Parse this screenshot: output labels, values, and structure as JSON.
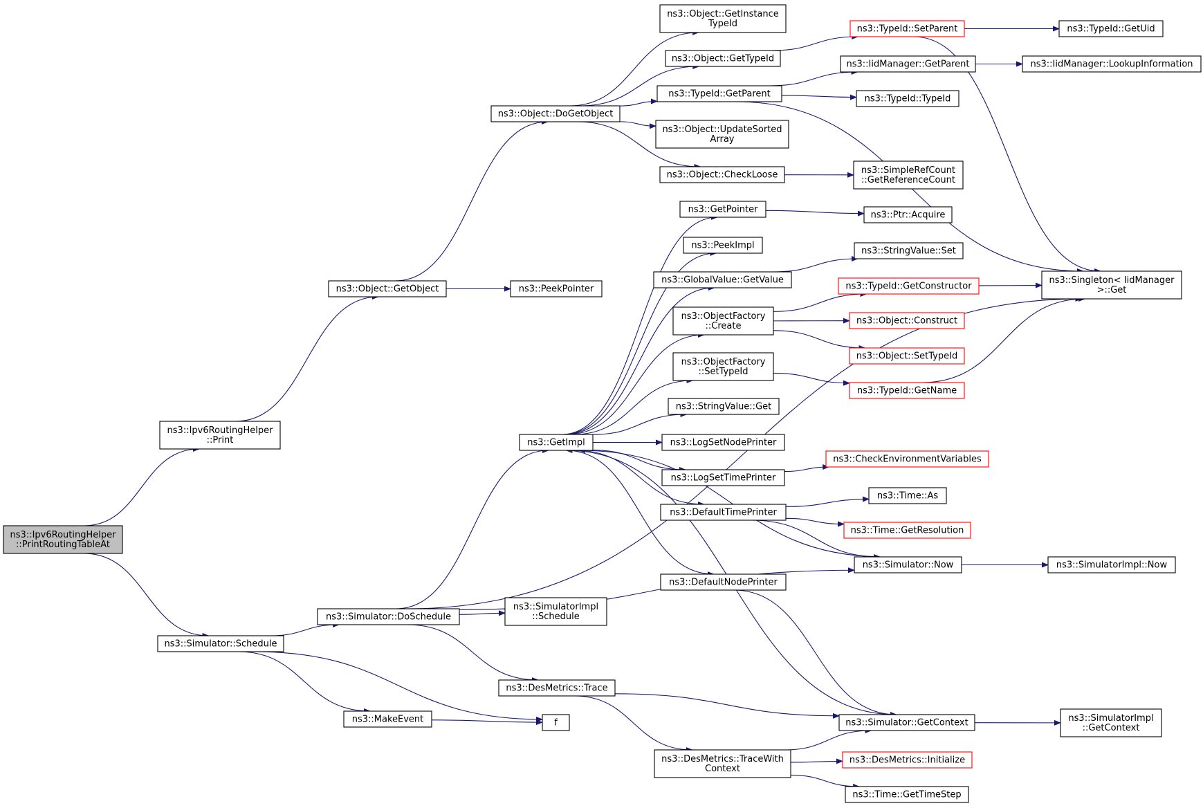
{
  "diagram": {
    "nodes": [
      {
        "id": "root",
        "lines": [
          "ns3::Ipv6RoutingHelper",
          "::PrintRoutingTableAt"
        ],
        "kind": "root"
      },
      {
        "id": "print",
        "lines": [
          "ns3::Ipv6RoutingHelper",
          "::Print"
        ],
        "kind": "normal"
      },
      {
        "id": "schedule",
        "lines": [
          "ns3::Simulator::Schedule"
        ],
        "kind": "normal"
      },
      {
        "id": "getobject",
        "lines": [
          "ns3::Object::GetObject"
        ],
        "kind": "normal"
      },
      {
        "id": "peekpointer",
        "lines": [
          "ns3::PeekPointer"
        ],
        "kind": "normal"
      },
      {
        "id": "dogetobject",
        "lines": [
          "ns3::Object::DoGetObject"
        ],
        "kind": "normal"
      },
      {
        "id": "getinstancetypeid",
        "lines": [
          "ns3::Object::GetInstance",
          "TypeId"
        ],
        "kind": "normal"
      },
      {
        "id": "obj_gettypeid",
        "lines": [
          "ns3::Object::GetTypeId"
        ],
        "kind": "normal"
      },
      {
        "id": "typeid_getparent",
        "lines": [
          "ns3::TypeId::GetParent"
        ],
        "kind": "normal"
      },
      {
        "id": "updatesorted",
        "lines": [
          "ns3::Object::UpdateSorted",
          "Array"
        ],
        "kind": "normal"
      },
      {
        "id": "checkloose",
        "lines": [
          "ns3::Object::CheckLoose"
        ],
        "kind": "normal"
      },
      {
        "id": "setparent",
        "lines": [
          "ns3::TypeId::SetParent"
        ],
        "kind": "red"
      },
      {
        "id": "getuid",
        "lines": [
          "ns3::TypeId::GetUid"
        ],
        "kind": "normal"
      },
      {
        "id": "iid_getparent",
        "lines": [
          "ns3::IidManager::GetParent"
        ],
        "kind": "normal"
      },
      {
        "id": "lookupinfo",
        "lines": [
          "ns3::IidManager::LookupInformation"
        ],
        "kind": "normal"
      },
      {
        "id": "typeid_typeid",
        "lines": [
          "ns3::TypeId::TypeId"
        ],
        "kind": "normal"
      },
      {
        "id": "getrefcount",
        "lines": [
          "ns3::SimpleRefCount",
          "::GetReferenceCount"
        ],
        "kind": "normal"
      },
      {
        "id": "getpointer",
        "lines": [
          "ns3::GetPointer"
        ],
        "kind": "normal"
      },
      {
        "id": "ptr_acquire",
        "lines": [
          "ns3::Ptr::Acquire"
        ],
        "kind": "normal"
      },
      {
        "id": "peekimpl",
        "lines": [
          "ns3::PeekImpl"
        ],
        "kind": "normal"
      },
      {
        "id": "gv_getvalue",
        "lines": [
          "ns3::GlobalValue::GetValue"
        ],
        "kind": "normal"
      },
      {
        "id": "sv_set",
        "lines": [
          "ns3::StringValue::Set"
        ],
        "kind": "normal"
      },
      {
        "id": "singleton_get",
        "lines": [
          "ns3::Singleton< IidManager",
          " >::Get"
        ],
        "kind": "normal"
      },
      {
        "id": "of_create",
        "lines": [
          "ns3::ObjectFactory",
          "::Create"
        ],
        "kind": "normal"
      },
      {
        "id": "getconstructor",
        "lines": [
          "ns3::TypeId::GetConstructor"
        ],
        "kind": "red"
      },
      {
        "id": "obj_construct",
        "lines": [
          "ns3::Object::Construct"
        ],
        "kind": "red"
      },
      {
        "id": "obj_settypeid",
        "lines": [
          "ns3::Object::SetTypeId"
        ],
        "kind": "red"
      },
      {
        "id": "of_settypeid",
        "lines": [
          "ns3::ObjectFactory",
          "::SetTypeId"
        ],
        "kind": "normal"
      },
      {
        "id": "typeid_getname",
        "lines": [
          "ns3::TypeId::GetName"
        ],
        "kind": "red"
      },
      {
        "id": "sv_get",
        "lines": [
          "ns3::StringValue::Get"
        ],
        "kind": "normal"
      },
      {
        "id": "getimpl",
        "lines": [
          "ns3::GetImpl"
        ],
        "kind": "normal"
      },
      {
        "id": "logsetnodeprinter",
        "lines": [
          "ns3::LogSetNodePrinter"
        ],
        "kind": "normal"
      },
      {
        "id": "logsettimeprinter",
        "lines": [
          "ns3::LogSetTimePrinter"
        ],
        "kind": "normal"
      },
      {
        "id": "checkenv",
        "lines": [
          "ns3::CheckEnvironmentVariables"
        ],
        "kind": "red"
      },
      {
        "id": "defaulttimeprinter",
        "lines": [
          "ns3::DefaultTimePrinter"
        ],
        "kind": "normal"
      },
      {
        "id": "time_as",
        "lines": [
          "ns3::Time::As"
        ],
        "kind": "normal"
      },
      {
        "id": "time_getres",
        "lines": [
          "ns3::Time::GetResolution"
        ],
        "kind": "red"
      },
      {
        "id": "sim_now",
        "lines": [
          "ns3::Simulator::Now"
        ],
        "kind": "normal"
      },
      {
        "id": "simimpl_now",
        "lines": [
          "ns3::SimulatorImpl::Now"
        ],
        "kind": "normal"
      },
      {
        "id": "defaultnodeprinter",
        "lines": [
          "ns3::DefaultNodePrinter"
        ],
        "kind": "normal"
      },
      {
        "id": "doschedule",
        "lines": [
          "ns3::Simulator::DoSchedule"
        ],
        "kind": "normal"
      },
      {
        "id": "simimpl_schedule",
        "lines": [
          "ns3::SimulatorImpl",
          "::Schedule"
        ],
        "kind": "normal"
      },
      {
        "id": "desmetrics_trace",
        "lines": [
          "ns3::DesMetrics::Trace"
        ],
        "kind": "normal"
      },
      {
        "id": "makeevent",
        "lines": [
          "ns3::MakeEvent"
        ],
        "kind": "normal"
      },
      {
        "id": "f",
        "lines": [
          "f"
        ],
        "kind": "normal"
      },
      {
        "id": "sim_getcontext",
        "lines": [
          "ns3::Simulator::GetContext"
        ],
        "kind": "normal"
      },
      {
        "id": "simimpl_getcontext",
        "lines": [
          "ns3::SimulatorImpl",
          "::GetContext"
        ],
        "kind": "normal"
      },
      {
        "id": "tracewithcontext",
        "lines": [
          "ns3::DesMetrics::TraceWith",
          "Context"
        ],
        "kind": "normal"
      },
      {
        "id": "desmetrics_init",
        "lines": [
          "ns3::DesMetrics::Initialize"
        ],
        "kind": "red"
      },
      {
        "id": "time_gettimestep",
        "lines": [
          "ns3::Time::GetTimeStep"
        ],
        "kind": "normal"
      }
    ],
    "edges": [
      [
        "root",
        "print"
      ],
      [
        "root",
        "schedule"
      ],
      [
        "print",
        "getobject"
      ],
      [
        "getobject",
        "dogetobject"
      ],
      [
        "getobject",
        "peekpointer"
      ],
      [
        "dogetobject",
        "getinstancetypeid"
      ],
      [
        "dogetobject",
        "obj_gettypeid"
      ],
      [
        "dogetobject",
        "typeid_getparent"
      ],
      [
        "dogetobject",
        "updatesorted"
      ],
      [
        "dogetobject",
        "checkloose"
      ],
      [
        "obj_gettypeid",
        "setparent"
      ],
      [
        "setparent",
        "getuid"
      ],
      [
        "setparent",
        "singleton_get"
      ],
      [
        "typeid_getparent",
        "iid_getparent"
      ],
      [
        "typeid_getparent",
        "typeid_typeid"
      ],
      [
        "typeid_getparent",
        "singleton_get"
      ],
      [
        "iid_getparent",
        "lookupinfo"
      ],
      [
        "checkloose",
        "getrefcount"
      ],
      [
        "getimpl",
        "getpointer"
      ],
      [
        "getimpl",
        "peekimpl"
      ],
      [
        "getimpl",
        "gv_getvalue"
      ],
      [
        "getimpl",
        "of_create"
      ],
      [
        "getimpl",
        "of_settypeid"
      ],
      [
        "getimpl",
        "sv_get"
      ],
      [
        "getimpl",
        "logsetnodeprinter"
      ],
      [
        "getimpl",
        "logsettimeprinter"
      ],
      [
        "getimpl",
        "defaulttimeprinter"
      ],
      [
        "getimpl",
        "defaultnodeprinter"
      ],
      [
        "getpointer",
        "ptr_acquire"
      ],
      [
        "gv_getvalue",
        "sv_set"
      ],
      [
        "of_create",
        "getconstructor"
      ],
      [
        "of_create",
        "obj_construct"
      ],
      [
        "of_create",
        "obj_settypeid"
      ],
      [
        "getconstructor",
        "singleton_get"
      ],
      [
        "of_settypeid",
        "typeid_getname"
      ],
      [
        "typeid_getname",
        "singleton_get"
      ],
      [
        "logsettimeprinter",
        "checkenv"
      ],
      [
        "defaulttimeprinter",
        "time_as"
      ],
      [
        "defaulttimeprinter",
        "time_getres"
      ],
      [
        "defaulttimeprinter",
        "sim_now"
      ],
      [
        "defaultnodeprinter",
        "sim_getcontext"
      ],
      [
        "sim_now",
        "getimpl"
      ],
      [
        "sim_now",
        "simimpl_now"
      ],
      [
        "schedule",
        "doschedule"
      ],
      [
        "schedule",
        "makeevent"
      ],
      [
        "schedule",
        "f"
      ],
      [
        "doschedule",
        "getimpl"
      ],
      [
        "doschedule",
        "simimpl_schedule"
      ],
      [
        "doschedule",
        "singleton_get"
      ],
      [
        "doschedule",
        "sim_now"
      ],
      [
        "doschedule",
        "desmetrics_trace"
      ],
      [
        "makeevent",
        "f"
      ],
      [
        "desmetrics_trace",
        "sim_getcontext"
      ],
      [
        "desmetrics_trace",
        "tracewithcontext"
      ],
      [
        "sim_getcontext",
        "getimpl"
      ],
      [
        "sim_getcontext",
        "simimpl_getcontext"
      ],
      [
        "tracewithcontext",
        "sim_getcontext"
      ],
      [
        "tracewithcontext",
        "desmetrics_init"
      ],
      [
        "tracewithcontext",
        "time_gettimestep"
      ]
    ]
  },
  "colors": {
    "edge": "#191970",
    "node_border": "#000000",
    "node_border_incomplete": "#ff0000",
    "root_fill": "#bfbfbf"
  }
}
